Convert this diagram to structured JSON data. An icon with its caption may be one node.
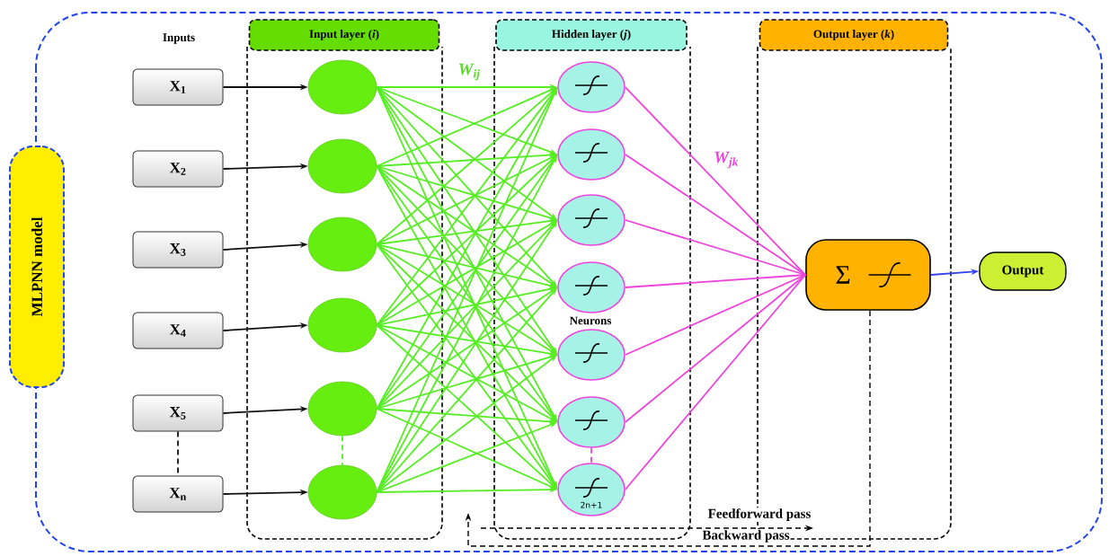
{
  "diagram": {
    "nodes": [
      {
        "text": [
          "MLPNN model"
        ]
      },
      {
        "text": [
          "X$_{1}$"
        ]
      },
      {
        "text": [
          "X$_{2}$"
        ]
      },
      {
        "text": [
          "X$_{3}$"
        ]
      },
      {
        "text": [
          "X$_{4}$"
        ]
      },
      {
        "text": [
          "X$_{5}$"
        ]
      },
      {
        "text": [
          "X$_{n}$"
        ]
      },
      {
        "text": [
          "Input layer (*i*)"
        ]
      },
      {
        "text": [],
        "shape": "circle",
        "in": 7
      },
      {
        "text": [],
        "shape": "circle",
        "in": 7
      },
      {
        "text": [],
        "shape": "circle",
        "in": 7
      },
      {
        "text": [],
        "shape": "circle",
        "in": 7
      },
      {
        "text": [],
        "shape": "circle",
        "in": 7
      },
      {
        "text": [],
        "shape": "circle",
        "in": 7
      },
      {
        "text": [
          "Hidden layer (*j*)"
        ]
      },
      {
        "text": [],
        "shape": "circle",
        "in": 14
      },
      {
        "text": [],
        "shape": "circle",
        "in": 14
      },
      {
        "text": [],
        "shape": "circle",
        "in": 14
      },
      {
        "text": [],
        "shape": "circle",
        "in": 14
      },
      {
        "text": [],
        "shape": "circle",
        "in": 14
      },
      {
        "text": [],
        "shape": "circle",
        "in": 14
      },
      {
        "text": [
          "2n+1"
        ],
        "in": 14
      },
      {
        "text": [
          "Output layer (*k*)"
        ]
      },
      {
        "text": [
          "Σ"
        ],
        "in": 22
      },
      {
        "text": [
          "Output"
        ]
      }
    ],
    "edges": [
      {
        "from": 1,
        "to": 8,
        "arrow": "to",
        "color": "#111111"
      },
      {
        "from": 2,
        "to": 9,
        "arrow": "to",
        "color": "#111111"
      },
      {
        "from": 3,
        "to": 10,
        "arrow": "to",
        "color": "#111111"
      },
      {
        "from": 4,
        "to": 11,
        "arrow": "to",
        "color": "#111111"
      },
      {
        "from": 5,
        "to": 12,
        "arrow": "to",
        "color": "#111111"
      },
      {
        "from": 6,
        "to": 13,
        "arrow": "to",
        "color": "#111111"
      },
      {
        "from": 5,
        "to": 6,
        "arrow": "none",
        "style": "dashed",
        "color": "#111111"
      },
      {
        "from": 12,
        "to": 13,
        "arrow": "none",
        "style": "dashed"
      },
      {
        "from": 20,
        "to": 21,
        "arrow": "none",
        "style": "dashed",
        "color": "#ee44dd"
      },
      {
        "from": 8,
        "to": 15,
        "arrow": "to"
      },
      {
        "from": 8,
        "to": 16,
        "arrow": "to"
      },
      {
        "from": 8,
        "to": 17,
        "arrow": "to"
      },
      {
        "from": 8,
        "to": 18,
        "arrow": "to"
      },
      {
        "from": 8,
        "to": 19,
        "arrow": "to"
      },
      {
        "from": 8,
        "to": 20,
        "arrow": "to"
      },
      {
        "from": 8,
        "to": 21,
        "arrow": "to"
      },
      {
        "from": 9,
        "to": 15,
        "arrow": "to"
      },
      {
        "from": 9,
        "to": 16,
        "arrow": "to"
      },
      {
        "from": 9,
        "to": 17,
        "arrow": "to"
      },
      {
        "from": 9,
        "to": 18,
        "arrow": "to"
      },
      {
        "from": 9,
        "to": 19,
        "arrow": "to"
      },
      {
        "from": 9,
        "to": 20,
        "arrow": "to"
      },
      {
        "from": 9,
        "to": 21,
        "arrow": "to"
      },
      {
        "from": 10,
        "to": 15,
        "arrow": "to"
      },
      {
        "from": 10,
        "to": 16,
        "arrow": "to"
      },
      {
        "from": 10,
        "to": 17,
        "arrow": "to"
      },
      {
        "from": 10,
        "to": 18,
        "arrow": "to"
      },
      {
        "from": 10,
        "to": 19,
        "arrow": "to"
      },
      {
        "from": 10,
        "to": 20,
        "arrow": "to"
      },
      {
        "from": 10,
        "to": 21,
        "arrow": "to"
      },
      {
        "from": 11,
        "to": 15,
        "arrow": "to"
      },
      {
        "from": 11,
        "to": 16,
        "arrow": "to"
      },
      {
        "from": 11,
        "to": 17,
        "arrow": "to"
      },
      {
        "from": 11,
        "to": 18,
        "arrow": "to"
      },
      {
        "from": 11,
        "to": 19,
        "arrow": "to"
      },
      {
        "from": 11,
        "to": 20,
        "arrow": "to"
      },
      {
        "from": 11,
        "to": 21,
        "arrow": "to"
      },
      {
        "from": 12,
        "to": 15,
        "arrow": "to"
      },
      {
        "from": 12,
        "to": 16,
        "arrow": "to"
      },
      {
        "from": 12,
        "to": 17,
        "arrow": "to"
      },
      {
        "from": 12,
        "to": 18,
        "arrow": "to"
      },
      {
        "from": 12,
        "to": 19,
        "arrow": "to"
      },
      {
        "from": 12,
        "to": 20,
        "arrow": "to"
      },
      {
        "from": 12,
        "to": 21,
        "arrow": "to"
      },
      {
        "from": 13,
        "to": 15,
        "arrow": "to"
      },
      {
        "from": 13,
        "to": 16,
        "arrow": "to"
      },
      {
        "from": 13,
        "to": 17,
        "arrow": "to"
      },
      {
        "from": 13,
        "to": 18,
        "arrow": "to"
      },
      {
        "from": 13,
        "to": 19,
        "arrow": "to"
      },
      {
        "from": 13,
        "to": 20,
        "arrow": "to"
      },
      {
        "from": 13,
        "to": 21,
        "arrow": "to"
      },
      {
        "from": 15,
        "to": 23,
        "arrow": "none",
        "color": "#ee44dd"
      },
      {
        "from": 16,
        "to": 23,
        "arrow": "none",
        "color": "#ee44dd"
      },
      {
        "from": 17,
        "to": 23,
        "arrow": "none",
        "color": "#ee44dd"
      },
      {
        "from": 18,
        "to": 23,
        "arrow": "none",
        "color": "#ee44dd"
      },
      {
        "from": 19,
        "to": 23,
        "arrow": "none",
        "color": "#ee44dd"
      },
      {
        "from": 20,
        "to": 23,
        "arrow": "none",
        "color": "#ee44dd"
      },
      {
        "from": 21,
        "to": 23,
        "arrow": "none",
        "color": "#ee44dd"
      },
      {
        "from": 23,
        "to": 24,
        "arrow": "to",
        "color": "#3344ee"
      }
    ],
    "labels": [
      "Inputs",
      "W$_{ij}$",
      "W$_{jk}$",
      "Neurons",
      "Feedforward pass",
      "Backward pass"
    ]
  }
}
